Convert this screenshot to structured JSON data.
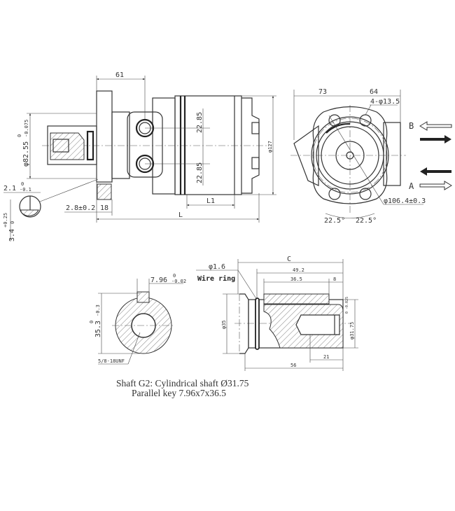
{
  "side_view": {
    "dim_61": "61",
    "dim_shaft_dia": "φ82.55",
    "dim_shaft_dia_tol_upper": "0",
    "dim_shaft_dia_tol_lower": "-0.075",
    "dim_port_upper": "22.85",
    "dim_port_lower": "22.85",
    "dim_body_dia": "φ127",
    "dim_l1": "L1",
    "dim_l": "L",
    "dim_2_8": "2.8±0.2",
    "dim_18": "18",
    "dim_2_1": "2.1",
    "dim_2_1_tol_upper": "0",
    "dim_2_1_tol_lower": "-0.1",
    "dim_3_4": "3.4",
    "dim_3_4_tol_upper": "+0.25",
    "dim_3_4_tol_lower": "0"
  },
  "front_view": {
    "dim_73": "73",
    "dim_64": "64",
    "dim_holes": "4-φ13.5",
    "dim_pcd": "φ106.4±0.3",
    "angle_left": "22.5°",
    "angle_right": "22.5°",
    "port_b": "B",
    "port_a": "A"
  },
  "shaft_section": {
    "dim_key_width": "7.96",
    "dim_key_tol_upper": "0",
    "dim_key_tol_lower": "-0.02",
    "dim_height": "35.3",
    "dim_height_tol_upper": "0",
    "dim_height_tol_lower": "-0.3",
    "thread": "5/8-18UNF"
  },
  "shaft_side": {
    "dim_c": "C",
    "dim_49_2": "49.2",
    "dim_36_5": "36.5",
    "dim_8": "8",
    "dim_phi35": "φ35",
    "dim_phi31_75": "φ31.75",
    "dim_phi31_75_tol": "0 -0.025",
    "dim_21": "21",
    "dim_56": "56",
    "wire_dia": "φ1.6",
    "wire_ring_label": "Wire ring"
  },
  "caption": {
    "line1": "Shaft G2: Cylindrical shaft Ø31.75",
    "line2": "Parallel key 7.96x7x36.5"
  }
}
